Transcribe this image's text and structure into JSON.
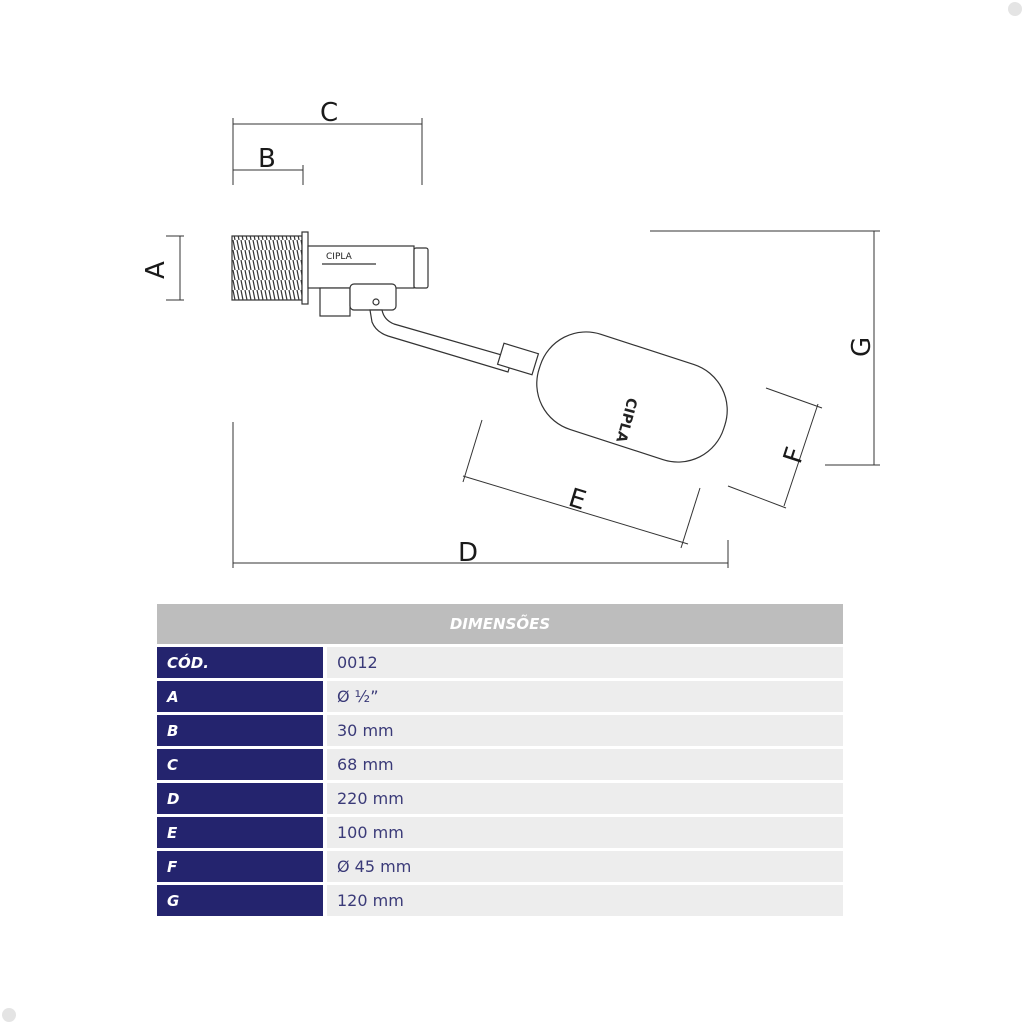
{
  "diagram": {
    "labels": {
      "a": "A",
      "b": "B",
      "c": "C",
      "d": "D",
      "e": "E",
      "f": "F",
      "g": "G"
    },
    "brand_valve": "CIPLA",
    "brand_float": "CIPLA"
  },
  "table": {
    "title": "DIMENSÕES",
    "rows": [
      {
        "key": "CÓD.",
        "value": "0012"
      },
      {
        "key": "A",
        "value": "Ø ½”"
      },
      {
        "key": "B",
        "value": "30 mm"
      },
      {
        "key": "C",
        "value": "68 mm"
      },
      {
        "key": "D",
        "value": "220 mm"
      },
      {
        "key": "E",
        "value": "100 mm"
      },
      {
        "key": "F",
        "value": "Ø 45 mm"
      },
      {
        "key": "G",
        "value": "120 mm"
      }
    ]
  },
  "colors": {
    "header_bg": "#bdbdbd",
    "key_bg": "#24246e",
    "value_bg": "#ededed",
    "value_text": "#3a3a78"
  }
}
